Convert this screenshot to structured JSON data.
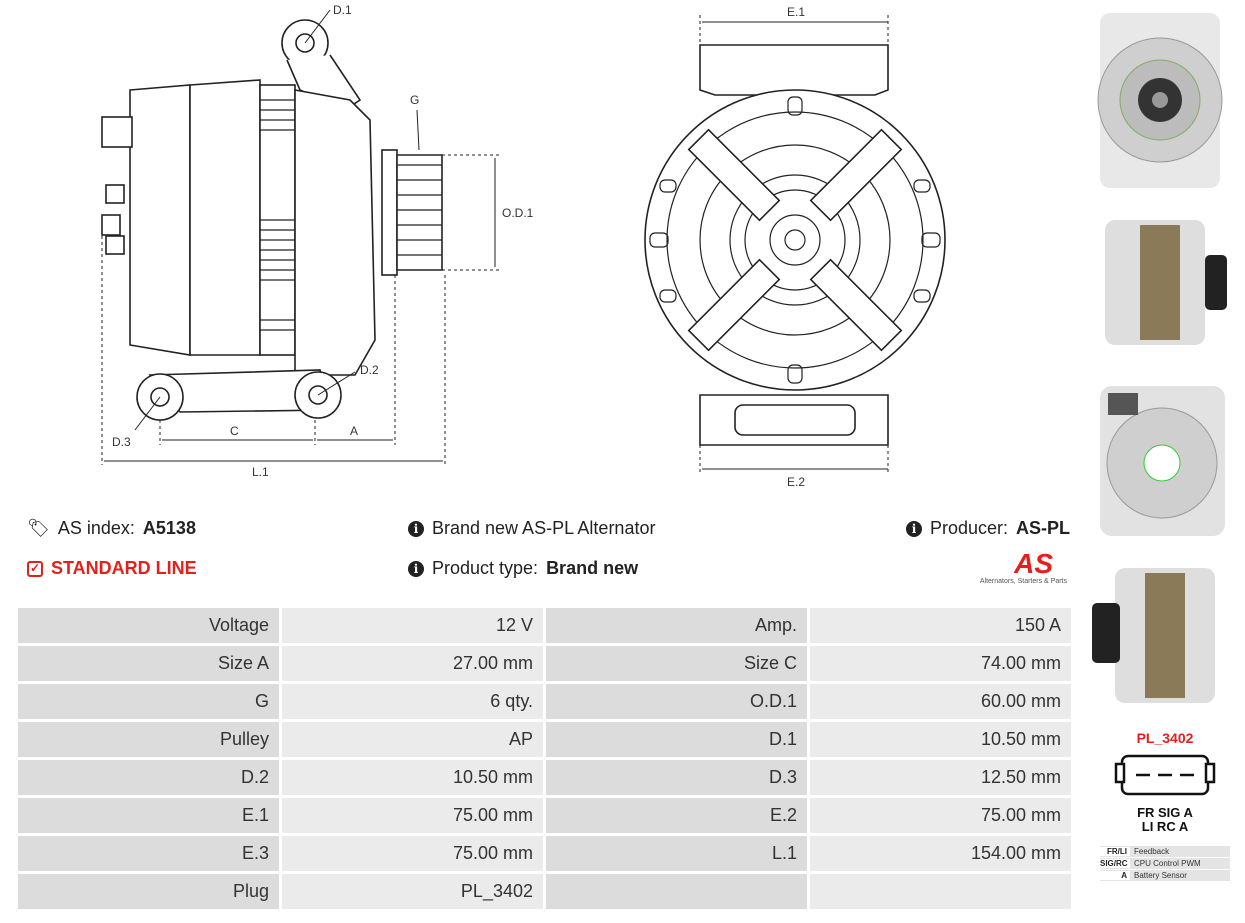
{
  "dimension_labels": {
    "d1": "D.1",
    "g": "G",
    "od1": "O.D.1",
    "d2": "D.2",
    "d3": "D.3",
    "c": "C",
    "a": "A",
    "l1": "L.1",
    "e1": "E.1",
    "e2": "E.2"
  },
  "info": {
    "as_index_label": "AS index:",
    "as_index_value": "A5138",
    "line_label": "STANDARD LINE",
    "brand_text": "Brand new AS-PL Alternator",
    "product_type_label": "Product type:",
    "product_type_value": "Brand new",
    "producer_label": "Producer:",
    "producer_value": "AS-PL",
    "logo_text": "AS",
    "logo_tagline": "Alternators, Starters & Parts"
  },
  "specs": [
    {
      "label": "Voltage",
      "value": "12 V",
      "label2": "Amp.",
      "value2": "150 A"
    },
    {
      "label": "Size A",
      "value": "27.00 mm",
      "label2": "Size C",
      "value2": "74.00 mm"
    },
    {
      "label": "G",
      "value": "6 qty.",
      "label2": "O.D.1",
      "value2": "60.00 mm"
    },
    {
      "label": "Pulley",
      "value": "AP",
      "label2": "D.1",
      "value2": "10.50 mm"
    },
    {
      "label": "D.2",
      "value": "10.50 mm",
      "label2": "D.3",
      "value2": "12.50 mm"
    },
    {
      "label": "E.1",
      "value": "75.00 mm",
      "label2": "E.2",
      "value2": "75.00 mm"
    },
    {
      "label": "E.3",
      "value": "75.00 mm",
      "label2": "L.1",
      "value2": "154.00 mm"
    },
    {
      "label": "Plug",
      "value": "PL_3402",
      "label2": "",
      "value2": ""
    }
  ],
  "plug": {
    "title": "PL_3402",
    "pins_top": "FR SIG A",
    "pins_bottom": "LI RC A",
    "legend": [
      {
        "code": "FR/LI",
        "desc": "Feedback"
      },
      {
        "code": "SIG/RC",
        "desc": "CPU Control PWM"
      },
      {
        "code": "A",
        "desc": "Battery Sensor"
      }
    ]
  },
  "colors": {
    "accent": "#e3211c",
    "label_bg": "#dcdcdc",
    "value_bg": "#ebebeb"
  }
}
